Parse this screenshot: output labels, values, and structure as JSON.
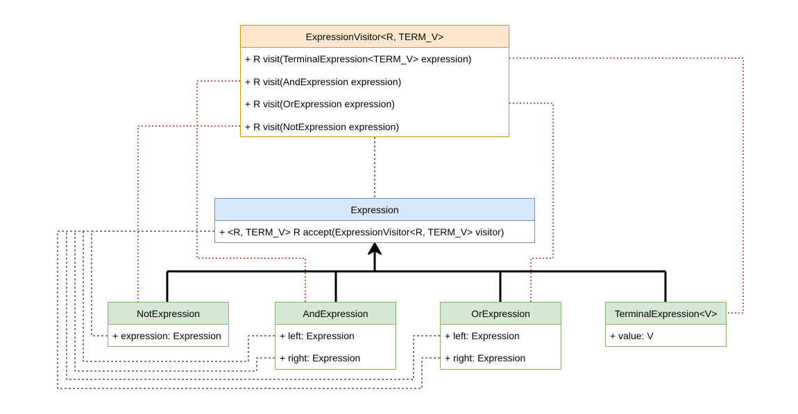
{
  "visitor": {
    "title": "ExpressionVisitor<R, TERM_V>",
    "methods": [
      "+ R visit(TerminalExpression<TERM_V> expression)",
      "+ R visit(AndExpression expression)",
      "+ R visit(OrExpression expression)",
      "+ R visit(NotExpression expression)"
    ]
  },
  "expression": {
    "title": "Expression",
    "methods": [
      "+ <R, TERM_V> R accept(ExpressionVisitor<R, TERM_V> visitor)"
    ]
  },
  "not_expression": {
    "title": "NotExpression",
    "fields": [
      "+ expression: Expression"
    ]
  },
  "and_expression": {
    "title": "AndExpression",
    "fields": [
      "+ left: Expression",
      "+ right: Expression"
    ]
  },
  "or_expression": {
    "title": "OrExpression",
    "fields": [
      "+ left: Expression",
      "+ right: Expression"
    ]
  },
  "terminal_expression": {
    "title": "TerminalExpression<V>",
    "fields": [
      "+ value: V"
    ]
  },
  "colors": {
    "visitor_fill": "#ffe6cc",
    "visitor_stroke": "#d79b00",
    "expression_fill": "#dae8fc",
    "expression_stroke": "#6c8ebf",
    "subclass_fill": "#d5e8d4",
    "subclass_stroke": "#82b366",
    "visit_link": "#d05a4e",
    "field_link": "#000000"
  }
}
